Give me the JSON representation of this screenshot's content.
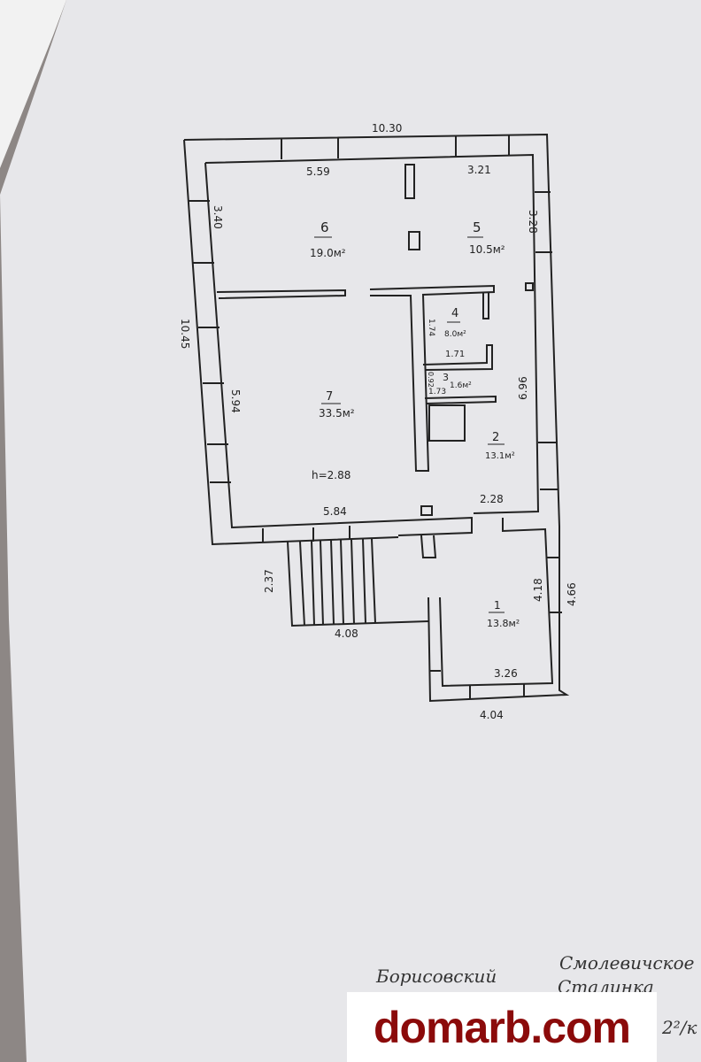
{
  "plan": {
    "dimensions": {
      "top_outer": "10.30",
      "room6_width": "5.59",
      "room5_width": "3.21",
      "room5_depth": "3.28",
      "room6_depth": "3.40",
      "left_outer": "10.45",
      "room7_depth": "5.94",
      "right_inner": "6.96",
      "room4_depth": "1.74",
      "room4_width": "1.71",
      "room3_depth": "0.92",
      "room3_width": "1.73",
      "ceiling_height": "h=2.88",
      "room7_width": "5.84",
      "corridor_width": "2.28",
      "stairs_depth": "2.37",
      "stairs_width": "4.08",
      "room1_depth": "4.18",
      "annex_outer_depth": "4.66",
      "room1_width": "3.26",
      "annex_outer_width": "4.04"
    },
    "rooms": [
      {
        "number": "6",
        "area": "19.0м²"
      },
      {
        "number": "5",
        "area": "10.5м²"
      },
      {
        "number": "4",
        "area": "8.0м²"
      },
      {
        "number": "3",
        "area": "1.6м²"
      },
      {
        "number": "7",
        "area": "33.5м²"
      },
      {
        "number": "2",
        "area": "13.1м²"
      },
      {
        "number": "1",
        "area": "13.8м²"
      }
    ]
  },
  "handwriting": {
    "line1a": "Борисовский",
    "line1b": "Смолевичское",
    "line2": "Сталинка",
    "line3": "2²/к"
  },
  "watermark": "domarb.com"
}
